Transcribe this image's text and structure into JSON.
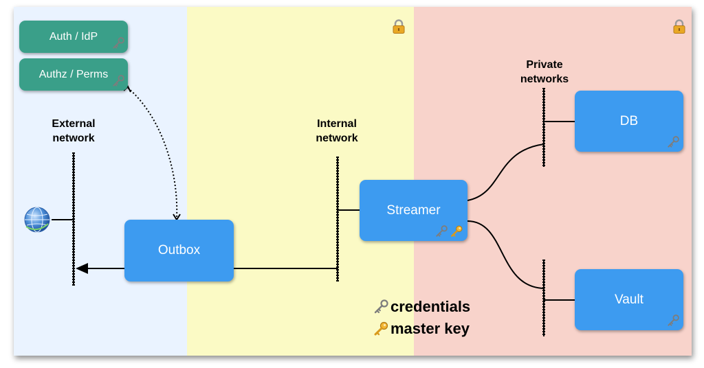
{
  "zones": {
    "external": {
      "color": "#eaf3ff"
    },
    "internal": {
      "color": "#fbfac5"
    },
    "private": {
      "color": "#f8d3cb"
    }
  },
  "networks": {
    "external": {
      "label_line1": "External",
      "label_line2": "network"
    },
    "internal": {
      "label_line1": "Internal",
      "label_line2": "network"
    },
    "private": {
      "label_line1": "Private",
      "label_line2": "networks"
    }
  },
  "nodes": {
    "auth_idp": {
      "label": "Auth / IdP"
    },
    "authz_perms": {
      "label": "Authz / Perms"
    },
    "outbox": {
      "label": "Outbox"
    },
    "streamer": {
      "label": "Streamer"
    },
    "db": {
      "label": "DB"
    },
    "vault": {
      "label": "Vault"
    }
  },
  "legend": {
    "credentials": "credentials",
    "master_key": "master key"
  },
  "colors": {
    "service_box": "#3d9bf0",
    "auth_box": "#3a9f89",
    "credential_key": "#888888",
    "master_key": "#e3a21a"
  },
  "icons": [
    "globe-icon",
    "lock-icon",
    "credential-key-icon",
    "master-key-icon"
  ]
}
